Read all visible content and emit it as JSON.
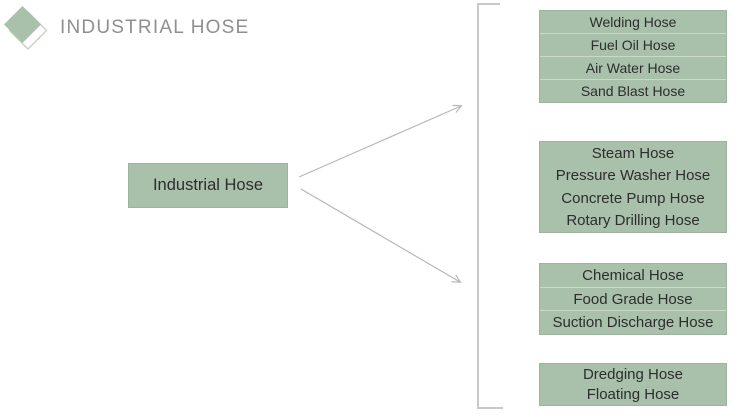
{
  "header": {
    "title": "INDUSTRIAL HOSE",
    "logo_icon": "diamond-logo-icon",
    "title_color": "#8f8f8f"
  },
  "diagram": {
    "root": {
      "label": "Industrial Hose"
    },
    "groups": [
      {
        "items": [
          "Welding Hose",
          "Fuel Oil Hose",
          "Air Water Hose",
          "Sand Blast Hose"
        ]
      },
      {
        "items": [
          "Steam Hose",
          "Pressure Washer Hose",
          "Concrete Pump Hose",
          "Rotary Drilling Hose"
        ]
      },
      {
        "items": [
          "Chemical Hose",
          "Food Grade Hose",
          "Suction Discharge Hose"
        ]
      },
      {
        "items": [
          "Dredging Hose",
          "Floating Hose"
        ]
      }
    ],
    "colors": {
      "node_fill": "#a9c0ab",
      "node_border": "#9cb49d",
      "row_separator": "#cbd9cb",
      "arrow": "#b8b8b8",
      "bracket": "#c9c9c9",
      "text": "#2d2d2d"
    }
  }
}
